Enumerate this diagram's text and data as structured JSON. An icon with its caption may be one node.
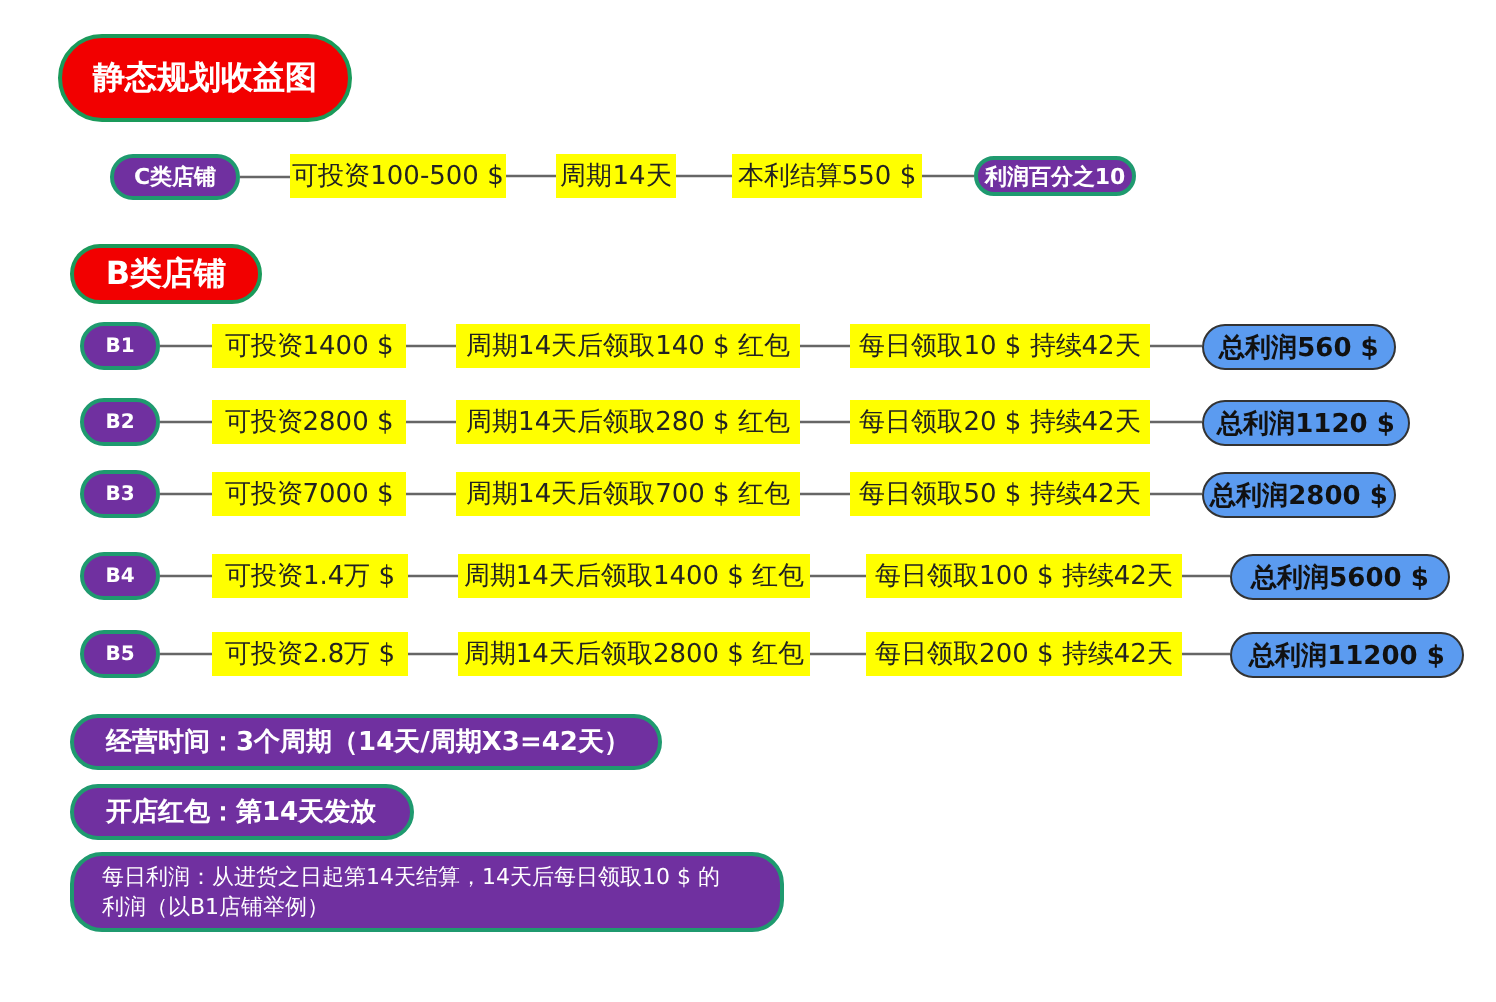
{
  "diagram": {
    "title": "静态规划收益图",
    "nodes": [
      {
        "text": [
          "C类店铺"
        ]
      },
      {
        "text": [
          "可投资100-500 $"
        ]
      },
      {
        "text": [
          "周期14天"
        ]
      },
      {
        "text": [
          "本利结算550 $"
        ]
      },
      {
        "text": [
          "利润百分之10"
        ]
      },
      {
        "text": [
          "B类店铺"
        ]
      },
      {
        "text": [
          "B1"
        ]
      },
      {
        "text": [
          "可投资1400 $"
        ]
      },
      {
        "text": [
          "周期14天后领取140 $ 红包"
        ]
      },
      {
        "text": [
          "每日领取10 $ 持续42天"
        ]
      },
      {
        "text": [
          "总利润560 $"
        ]
      },
      {
        "text": [
          "B2"
        ]
      },
      {
        "text": [
          "可投资2800 $"
        ]
      },
      {
        "text": [
          "周期14天后领取280 $ 红包"
        ]
      },
      {
        "text": [
          "每日领取20 $ 持续42天"
        ]
      },
      {
        "text": [
          "总利润1120 $"
        ]
      },
      {
        "text": [
          "B3"
        ]
      },
      {
        "text": [
          "可投资7000 $"
        ]
      },
      {
        "text": [
          "周期14天后领取700 $ 红包"
        ]
      },
      {
        "text": [
          "每日领取50 $ 持续42天"
        ]
      },
      {
        "text": [
          "总利润2800 $"
        ]
      },
      {
        "text": [
          "B4"
        ]
      },
      {
        "text": [
          "可投资1.4万 $"
        ]
      },
      {
        "text": [
          "周期14天后领取1400 $ 红包"
        ]
      },
      {
        "text": [
          "每日领取100 $ 持续42天"
        ]
      },
      {
        "text": [
          "总利润5600 $"
        ]
      },
      {
        "text": [
          "B5"
        ]
      },
      {
        "text": [
          "可投资2.8万 $"
        ]
      },
      {
        "text": [
          "周期14天后领取2800 $ 红包"
        ]
      },
      {
        "text": [
          "每日领取200 $ 持续42天"
        ]
      },
      {
        "text": [
          "总利润11200 $"
        ]
      },
      {
        "text": [
          "经营时间：3个周期（14天/周期X3=42天）"
        ]
      },
      {
        "text": [
          "开店红包：第14天发放"
        ]
      },
      {
        "text": [
          "每日利润：从进货之日起第14天结算，14天后每日领取10 $ 的利润（以B1店铺举例）"
        ]
      }
    ],
    "edges": [
      {
        "from": 0,
        "to": 1,
        "arrow": "none"
      },
      {
        "from": 1,
        "to": 2,
        "arrow": "none"
      },
      {
        "from": 2,
        "to": 3,
        "arrow": "none"
      },
      {
        "from": 3,
        "to": 4,
        "arrow": "none"
      },
      {
        "from": 6,
        "to": 7,
        "arrow": "none"
      },
      {
        "from": 7,
        "to": 8,
        "arrow": "none"
      },
      {
        "from": 8,
        "to": 9,
        "arrow": "none"
      },
      {
        "from": 9,
        "to": 10,
        "arrow": "none"
      },
      {
        "from": 11,
        "to": 12,
        "arrow": "none"
      },
      {
        "from": 12,
        "to": 13,
        "arrow": "none"
      },
      {
        "from": 13,
        "to": 14,
        "arrow": "none"
      },
      {
        "from": 14,
        "to": 15,
        "arrow": "none"
      },
      {
        "from": 16,
        "to": 17,
        "arrow": "none"
      },
      {
        "from": 17,
        "to": 18,
        "arrow": "none"
      },
      {
        "from": 18,
        "to": 19,
        "arrow": "none"
      },
      {
        "from": 19,
        "to": 20,
        "arrow": "none"
      },
      {
        "from": 21,
        "to": 22,
        "arrow": "none"
      },
      {
        "from": 22,
        "to": 23,
        "arrow": "none"
      },
      {
        "from": 23,
        "to": 24,
        "arrow": "none"
      },
      {
        "from": 24,
        "to": 25,
        "arrow": "none"
      },
      {
        "from": 26,
        "to": 27,
        "arrow": "none"
      },
      {
        "from": 27,
        "to": 28,
        "arrow": "none"
      },
      {
        "from": 28,
        "to": 29,
        "arrow": "none"
      },
      {
        "from": 29,
        "to": 30,
        "arrow": "none"
      }
    ]
  }
}
